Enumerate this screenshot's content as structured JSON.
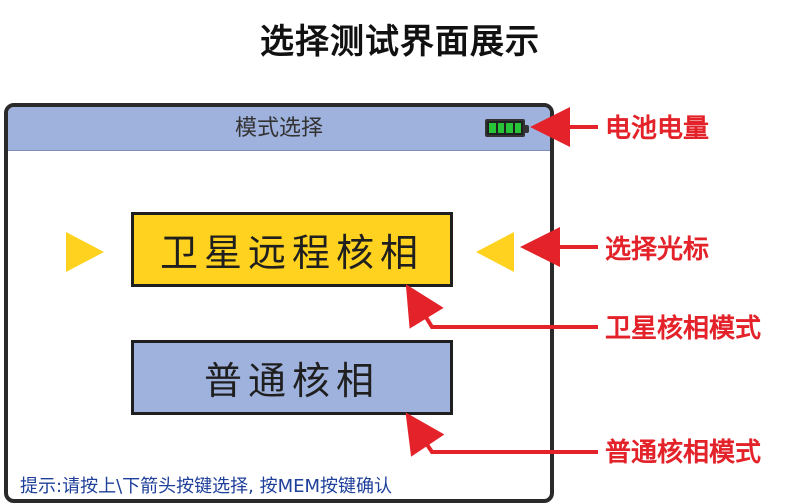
{
  "page": {
    "title": "选择测试界面展示"
  },
  "screen": {
    "header_title": "模式选择",
    "battery": {
      "level_fraction": 1.0,
      "cell_color": "#27c43a"
    },
    "modes": [
      {
        "label": "卫星远程核相",
        "selected": true,
        "color": "#ffd21f"
      },
      {
        "label": "普通核相",
        "selected": false,
        "color": "#9fb2de"
      }
    ],
    "hint": "提示:请按上\\下箭头按键选择, 按MEM按键确认"
  },
  "callouts": {
    "battery": "电池电量",
    "cursor": "选择光标",
    "satellite_mode": "卫星核相模式",
    "normal_mode": "普通核相模式",
    "color": "#e3222a"
  }
}
